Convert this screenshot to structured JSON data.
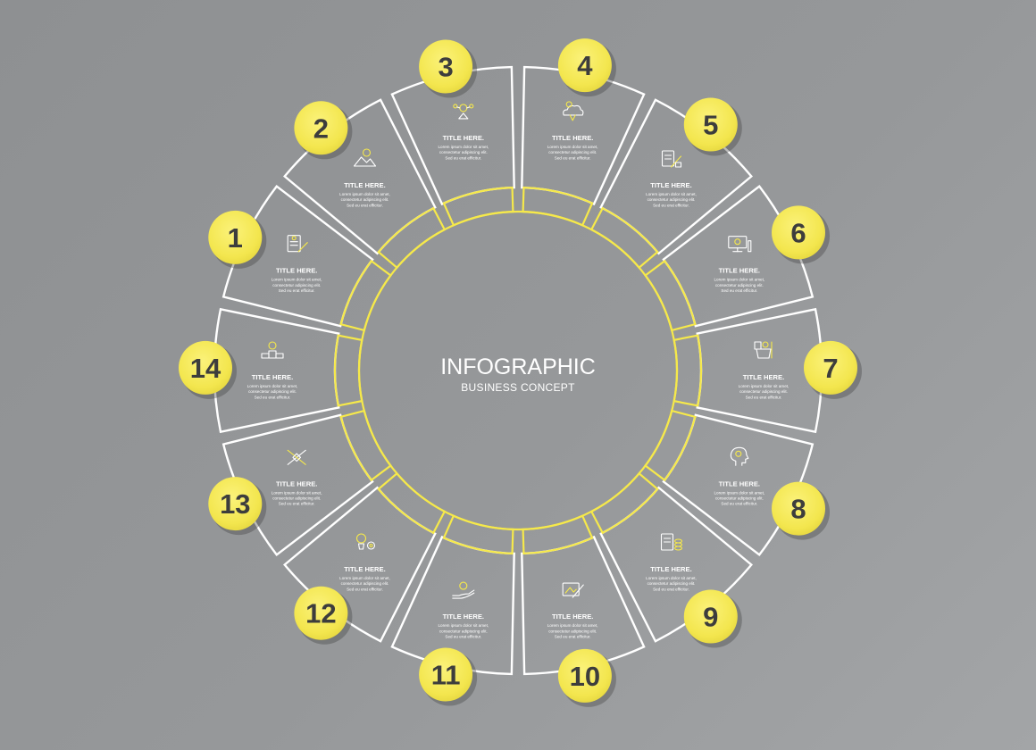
{
  "center": {
    "title": "INFOGRAPHIC",
    "subtitle": "BUSINESS CONCEPT"
  },
  "colors": {
    "background": "#939597",
    "accent_yellow": "#f6e94a",
    "outline_white": "#ffffff",
    "number_text": "#3d3d3d"
  },
  "steps": [
    {
      "number": "1",
      "title": "TITLE HERE.",
      "lines": [
        "Lorem ipsum dolor sit amet,",
        "consectetur adipiscing elit.",
        "Sed eu erat efficitur."
      ],
      "icon": "document-pen-icon"
    },
    {
      "number": "2",
      "title": "TITLE HERE.",
      "lines": [
        "Lorem ipsum dolor sit amet,",
        "consectetur adipiscing elit.",
        "Sed eu erat efficitur."
      ],
      "icon": "mountain-sun-icon"
    },
    {
      "number": "3",
      "title": "TITLE HERE.",
      "lines": [
        "Lorem ipsum dolor sit amet,",
        "consectetur adipiscing elit.",
        "Sed eu erat efficitur."
      ],
      "icon": "idea-network-icon"
    },
    {
      "number": "4",
      "title": "TITLE HERE.",
      "lines": [
        "Lorem ipsum dolor sit amet,",
        "consectetur adipiscing elit.",
        "Sed eu erat efficitur."
      ],
      "icon": "idea-cloud-icon"
    },
    {
      "number": "5",
      "title": "TITLE HERE.",
      "lines": [
        "Lorem ipsum dolor sit amet,",
        "consectetur adipiscing elit.",
        "Sed eu erat efficitur."
      ],
      "icon": "document-pencil-icon"
    },
    {
      "number": "6",
      "title": "TITLE HERE.",
      "lines": [
        "Lorem ipsum dolor sit amet,",
        "consectetur adipiscing elit.",
        "Sed eu erat efficitur."
      ],
      "icon": "monitor-idea-icon"
    },
    {
      "number": "7",
      "title": "TITLE HERE.",
      "lines": [
        "Lorem ipsum dolor sit amet,",
        "consectetur adipiscing elit.",
        "Sed eu erat efficitur."
      ],
      "icon": "tools-cup-icon"
    },
    {
      "number": "8",
      "title": "TITLE HERE.",
      "lines": [
        "Lorem ipsum dolor sit amet,",
        "consectetur adipiscing elit.",
        "Sed eu erat efficitur."
      ],
      "icon": "head-idea-icon"
    },
    {
      "number": "9",
      "title": "TITLE HERE.",
      "lines": [
        "Lorem ipsum dolor sit amet,",
        "consectetur adipiscing elit.",
        "Sed eu erat efficitur."
      ],
      "icon": "document-coins-icon"
    },
    {
      "number": "10",
      "title": "TITLE HERE.",
      "lines": [
        "Lorem ipsum dolor sit amet,",
        "consectetur adipiscing elit.",
        "Sed eu erat efficitur."
      ],
      "icon": "sketch-pencil-icon"
    },
    {
      "number": "11",
      "title": "TITLE HERE.",
      "lines": [
        "Lorem ipsum dolor sit amet,",
        "consectetur adipiscing elit.",
        "Sed eu erat efficitur."
      ],
      "icon": "hand-idea-icon"
    },
    {
      "number": "12",
      "title": "TITLE HERE.",
      "lines": [
        "Lorem ipsum dolor sit amet,",
        "consectetur adipiscing elit.",
        "Sed eu erat efficitur."
      ],
      "icon": "idea-gears-icon"
    },
    {
      "number": "13",
      "title": "TITLE HERE.",
      "lines": [
        "Lorem ipsum dolor sit amet,",
        "consectetur adipiscing elit.",
        "Sed eu erat efficitur."
      ],
      "icon": "ruler-pencil-icon"
    },
    {
      "number": "14",
      "title": "TITLE HERE.",
      "lines": [
        "Lorem ipsum dolor sit amet,",
        "consectetur adipiscing elit.",
        "Sed eu erat efficitur."
      ],
      "icon": "idea-podium-icon"
    }
  ]
}
